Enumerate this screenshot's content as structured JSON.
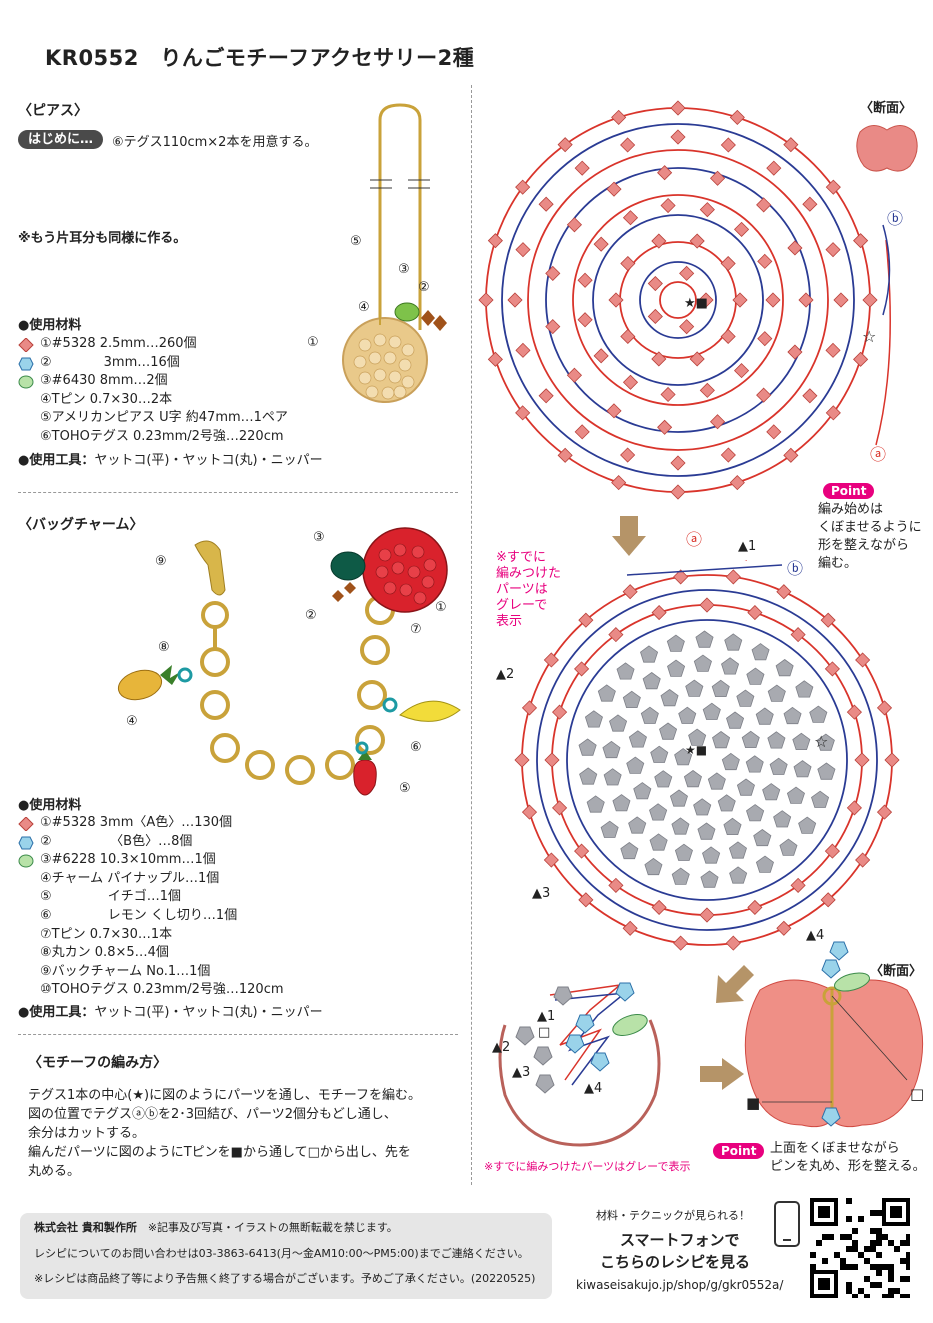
{
  "title": "KR0552　りんごモチーフアクセサリー2種",
  "pierce": {
    "heading": "〈ピアス〉",
    "badge": "はじめに…",
    "intro": "⑥テグス110cm×2本を用意する。",
    "note": "※もう片耳分も同様に作る。",
    "materials_title": "●使用材料",
    "materials": [
      "①#5328 2.5mm…260個",
      "②　　　　3mm…16個",
      "③#6430 8mm…2個",
      "④Tピン 0.7×30…2本",
      "⑤アメリカンピアス U字 約47mm…1ペア",
      "⑥TOHOテグス 0.23mm/2号強…220cm"
    ],
    "tools_label": "●使用工具：",
    "tools": "ヤットコ(平)・ヤットコ(丸)・ニッパー",
    "callouts": [
      "①",
      "②",
      "③",
      "④",
      "⑤"
    ]
  },
  "bag": {
    "heading": "〈バッグチャーム〉",
    "materials_title": "●使用材料",
    "materials": [
      "①#5328 3mm〈A色〉…130個",
      "②　　　　　〈B色〉…8個",
      "③#6228 10.3×10mm…1個",
      "④チャーム パイナップル…1個",
      "⑤　　　　 イチゴ…1個",
      "⑥　　　　 レモン くし切り…1個",
      "⑦Tピン 0.7×30…1本",
      "⑧丸カン 0.8×5…4個",
      "⑨バックチャーム No.1…1個",
      "⑩TOHOテグス 0.23mm/2号強…120cm"
    ],
    "tools_label": "●使用工具：",
    "tools": "ヤットコ(平)・ヤットコ(丸)・ニッパー",
    "callouts": [
      "①",
      "②",
      "③",
      "④",
      "⑤",
      "⑥",
      "⑦",
      "⑧",
      "⑨"
    ]
  },
  "method": {
    "heading": "〈モチーフの編み方〉",
    "lines": [
      "テグス1本の中心(★)に図のようにパーツを通し、モチーフを編む。",
      "図の位置でテグスⓐⓑを2･3回結び、パーツ2個分もどし通し、",
      "余分はカットする。",
      "編んだパーツに図のようにTピンを■から通して□から出し、先を",
      "丸める。"
    ]
  },
  "diagram": {
    "section_label": "〈断面〉",
    "a": "ⓐ",
    "b": "ⓑ",
    "point": "Point",
    "point1": [
      "編み始めは",
      "くぼませるように",
      "形を整えながら",
      "編む。"
    ],
    "grey_note": [
      "※すでに",
      "編みつけた",
      "パーツは",
      "グレーで",
      "表示"
    ],
    "markers": [
      "▲1",
      "▲2",
      "▲3",
      "▲4"
    ],
    "star": "☆",
    "center": "★■",
    "bottom_note": "※すでに編みつけたパーツはグレーで表示",
    "point2": [
      "上面をくぼませながら",
      "ピンを丸め、形を整える。"
    ],
    "square_filled": "■",
    "square_empty": "□"
  },
  "footer": {
    "company": "株式会社 貴和製作所",
    "copyright": "※記事及び写真・イラストの無断転載を禁じます。",
    "contact": "レシピについてのお問い合わせは03-3863-6413(月〜金AM10:00〜PM5:00)までご連絡ください。",
    "notice": "※レシピは商品終了等により予告無く終了する場合がございます。予めご了承ください。(20220525)"
  },
  "smartphone": {
    "top": "材料・テクニックが見られる！",
    "line1": "スマートフォンで",
    "line2": "こちらのレシピを見る",
    "url": "kiwaseisakujo.jp/shop/g/gkr0552a/"
  },
  "colors": {
    "red": "#d9342b",
    "blue": "#2a3b94",
    "pink": "#e8007e",
    "bead": "#e98a86",
    "grey": "#a8aab0",
    "arrow": "#b59468"
  }
}
